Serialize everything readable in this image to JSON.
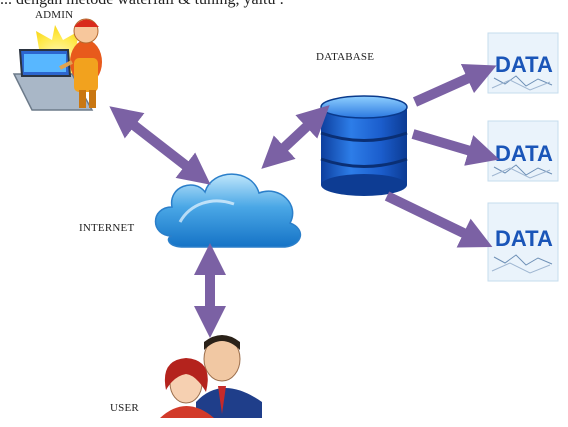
{
  "labels": {
    "admin": "ADMIN",
    "database": "DATABASE",
    "internet": "INTERNET",
    "user": "USER",
    "top_cut_text": "... dengan metode waterfall & tuning, yaitu :"
  },
  "data_boxes": [
    {
      "text": "DATA"
    },
    {
      "text": "DATA"
    },
    {
      "text": "DATA"
    }
  ],
  "colors": {
    "arrow": "#7b61a4",
    "cloud": "#2f8fd6",
    "database": "#1f5fc8",
    "data_text": "#1a55b8"
  },
  "icons": {
    "admin": "admin-laptop-icon",
    "database": "database-cylinder-icon",
    "internet": "cloud-icon",
    "user": "users-icon",
    "data": "data-document-icon"
  }
}
